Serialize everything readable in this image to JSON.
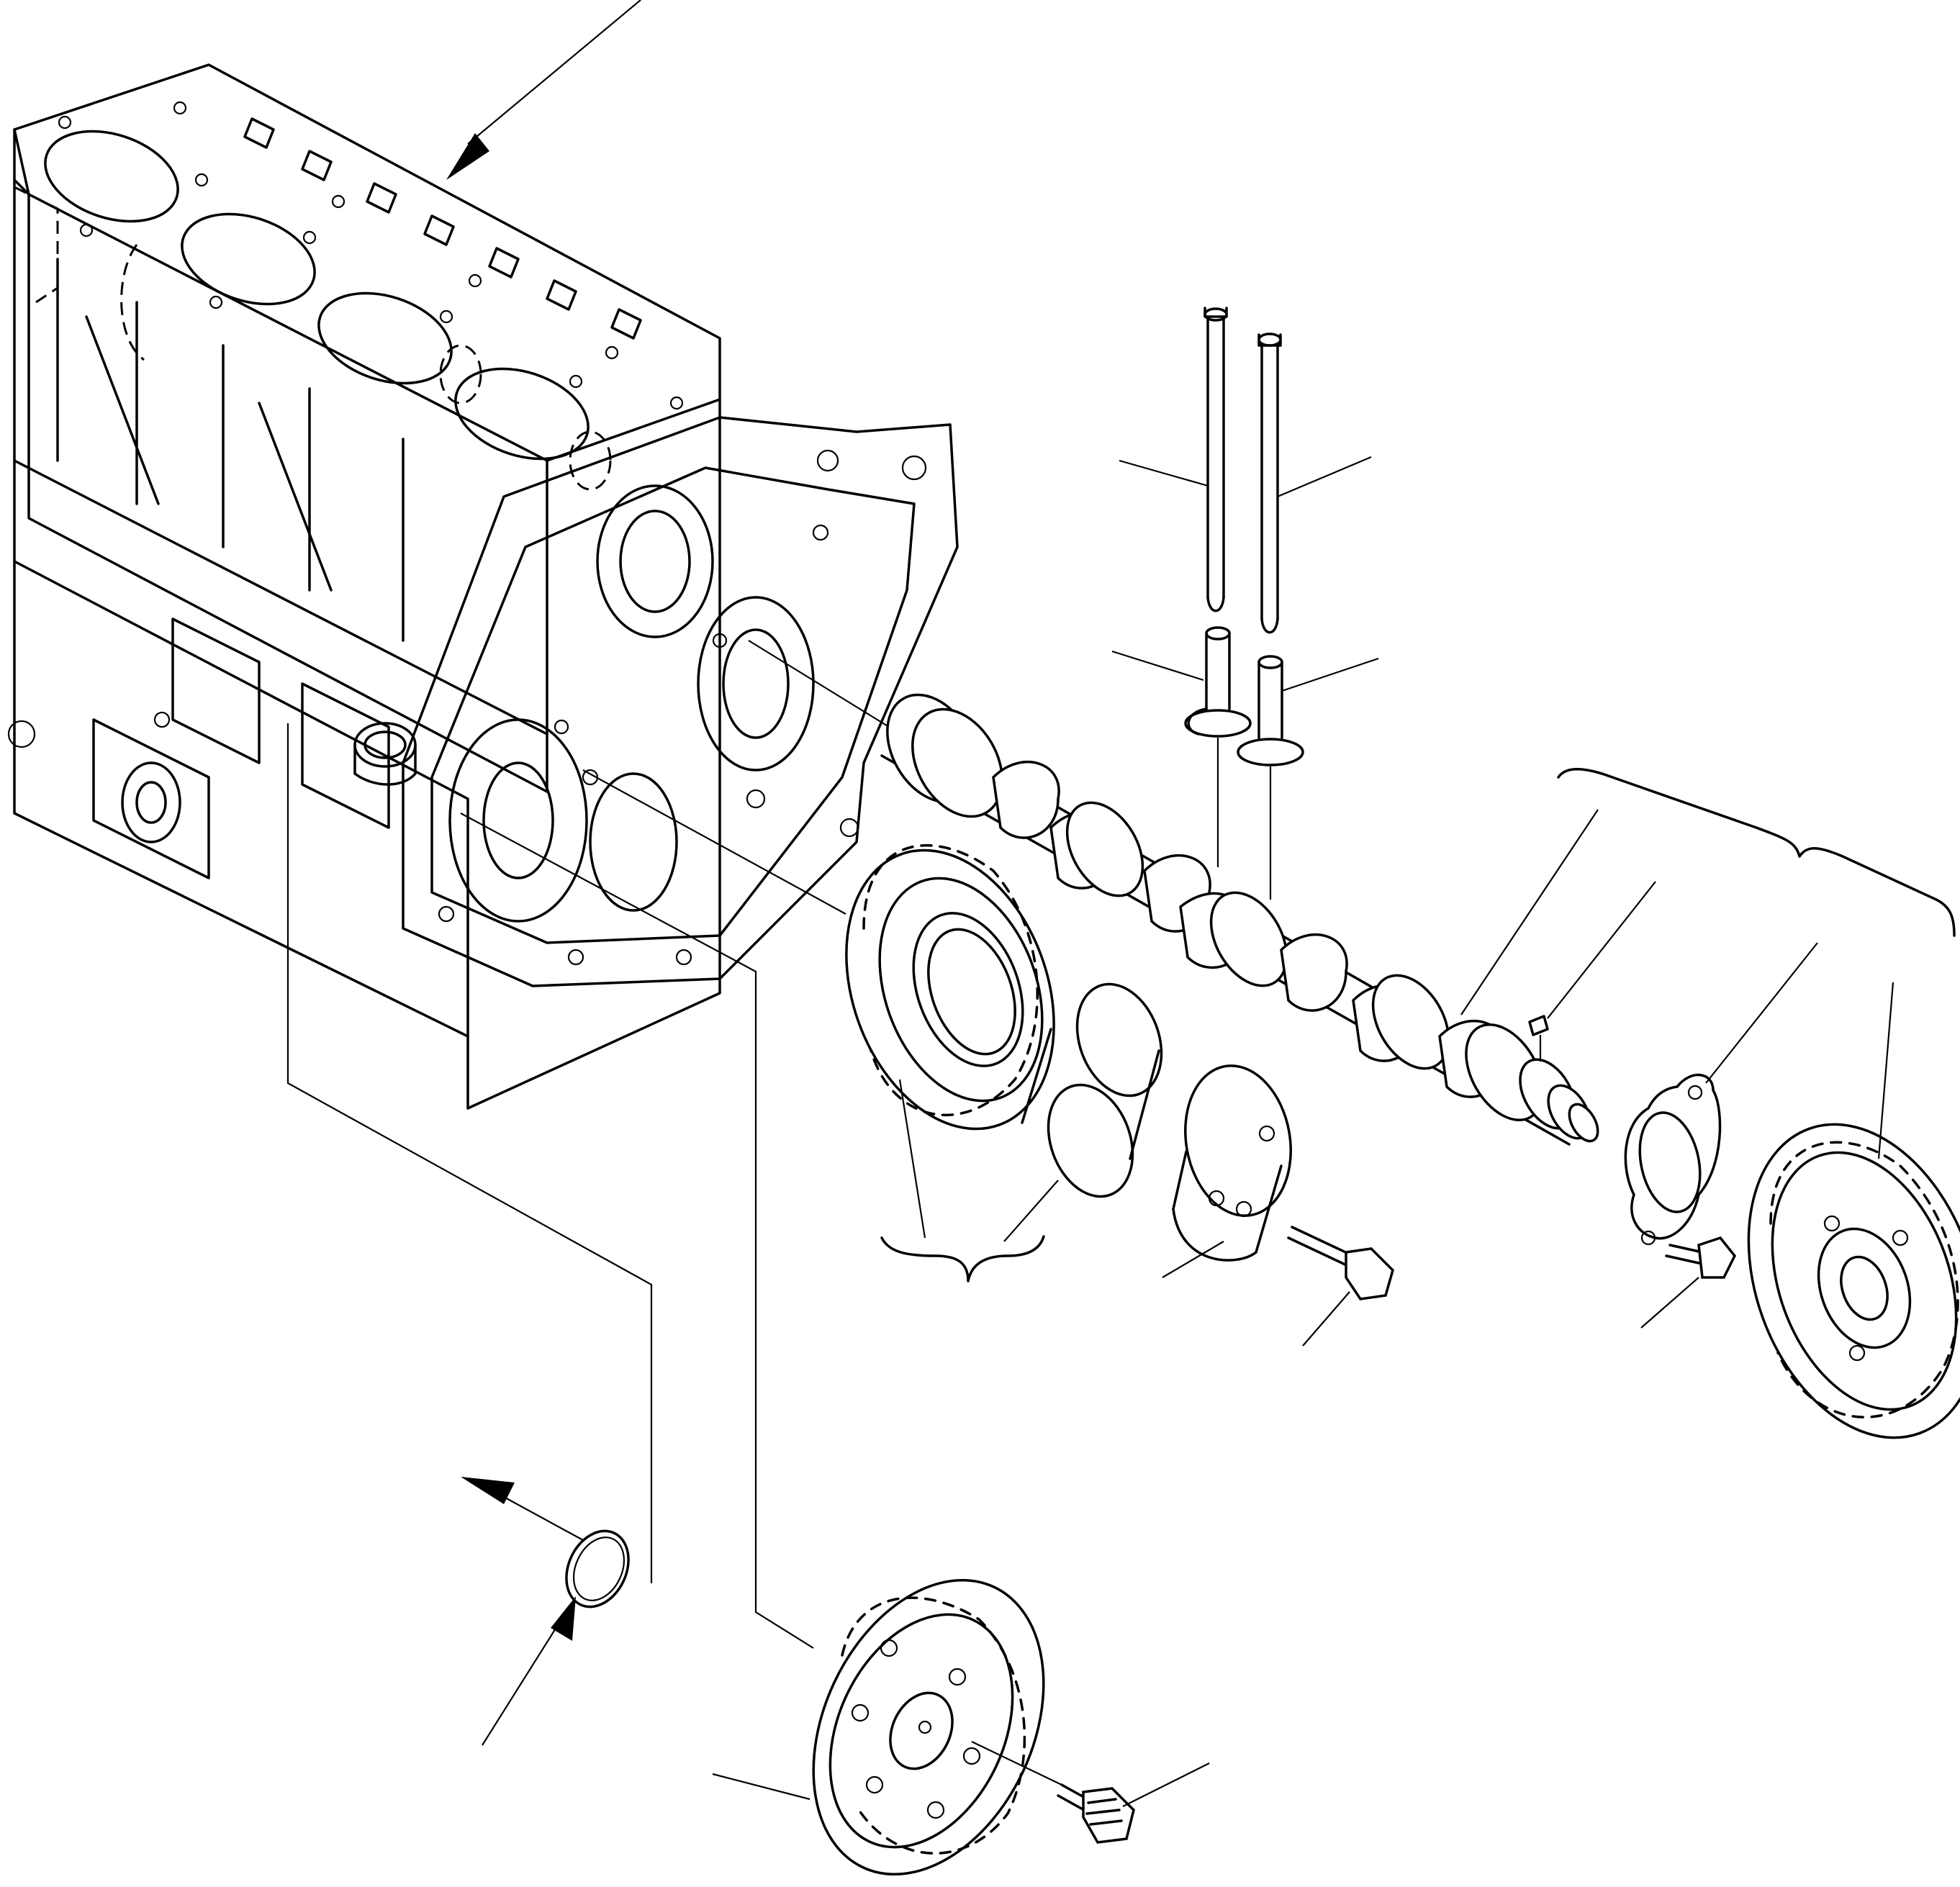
{
  "figure": {
    "kind": "exploded-parts-diagram",
    "labels_visible": false,
    "colors": {
      "ink": "#000000",
      "paper": "#ffffff"
    }
  },
  "parts": [
    {
      "id": "engine-block",
      "icon": "engine-block-icon"
    },
    {
      "id": "push-rod-left",
      "icon": "push-rod-icon"
    },
    {
      "id": "push-rod-right",
      "icon": "push-rod-icon"
    },
    {
      "id": "tappet-left",
      "icon": "tappet-icon"
    },
    {
      "id": "tappet-right",
      "icon": "tappet-icon"
    },
    {
      "id": "camshaft",
      "icon": "camshaft-icon"
    },
    {
      "id": "camshaft-key",
      "icon": "key-icon"
    },
    {
      "id": "thrust-plate",
      "icon": "thrust-plate-icon"
    },
    {
      "id": "thrust-plate-screw",
      "icon": "screw-icon"
    },
    {
      "id": "camshaft-gear",
      "icon": "gear-icon"
    },
    {
      "id": "idler-gear",
      "icon": "gear-icon"
    },
    {
      "id": "idler-bushing",
      "icon": "bushing-icon"
    },
    {
      "id": "idler-hub",
      "icon": "hub-icon"
    },
    {
      "id": "idler-bolt",
      "icon": "bolt-icon"
    },
    {
      "id": "o-ring",
      "icon": "o-ring-icon"
    },
    {
      "id": "crankshaft-gear",
      "icon": "gear-icon"
    },
    {
      "id": "crankshaft-gear-bolt",
      "icon": "bolt-icon"
    }
  ]
}
